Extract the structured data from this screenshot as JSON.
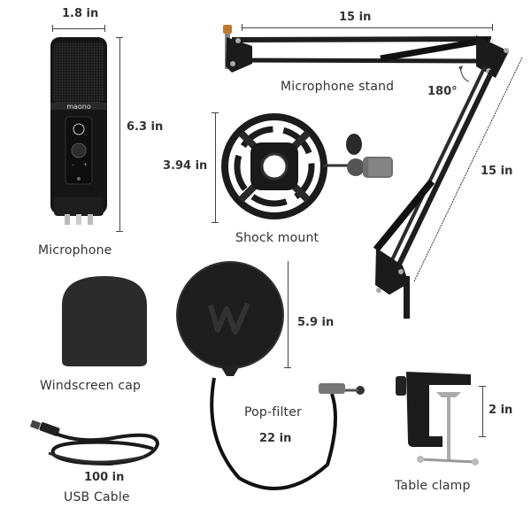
{
  "products": {
    "microphone": {
      "label": "Microphone",
      "width": "1.8 in",
      "height": "6.3 in",
      "brand": "maono"
    },
    "stand": {
      "label": "Microphone stand",
      "arm_length": "15 in",
      "lower_arm_length": "15 in",
      "rotation": "180°"
    },
    "shock_mount": {
      "label": "Shock mount",
      "height": "3.94 in"
    },
    "windscreen": {
      "label": "Windscreen cap"
    },
    "pop_filter": {
      "label": "Pop-filter",
      "diameter": "5.9 in",
      "gooseneck_length": "22 in"
    },
    "usb_cable": {
      "label": "USB Cable",
      "length": "100 in"
    },
    "table_clamp": {
      "label": "Table clamp",
      "opening": "2 in"
    }
  },
  "colors": {
    "product": "#1c1c1c",
    "dimension_line": "#444444",
    "text": "#333333",
    "accent_knob": "#c07a2c"
  }
}
